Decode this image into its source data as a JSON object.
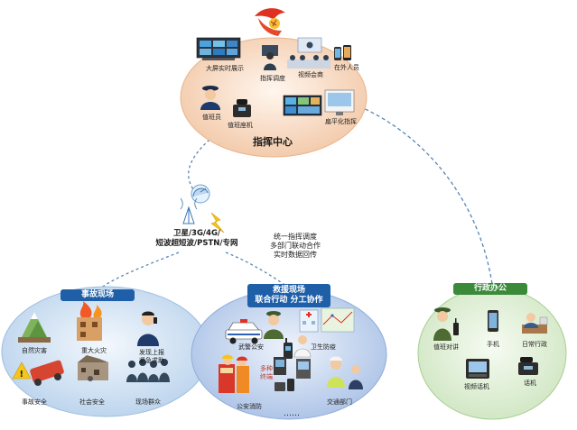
{
  "command_center": {
    "title": "指挥中心",
    "items": {
      "big_screen": "大屏实时展示",
      "dispatch": "指挥调度",
      "video_meeting": "视频会商",
      "field_staff": "在外人员",
      "duty_officer": "值班员",
      "duty_phone": "值班座机",
      "flat_command": "扁平化指挥"
    }
  },
  "network": {
    "line1": "卫星/3G/4G/",
    "line2": "短波超短波/PSTN/专网"
  },
  "coordination": {
    "line1": "统一指挥调度",
    "line2": "多部门联动合作",
    "line3": "实时数据回传"
  },
  "accident": {
    "title": "事故现场",
    "items": {
      "natural_disaster": "自然灾害",
      "major_fire": "重大火灾",
      "report": "发现上报",
      "report2": "紧急求助",
      "accident_safety": "事故安全",
      "social_safety": "社会安全",
      "onsite_crowd": "现场群众"
    }
  },
  "rescue": {
    "title1": "救援现场",
    "title2": "联合行动 分工协作",
    "items": {
      "armed_police": "武警公安",
      "health": "卫生防疫",
      "multi_terminal1": "多种",
      "multi_terminal2": "终端",
      "fire": "公安消防",
      "traffic": "交通部门",
      "ellipsis": "……"
    }
  },
  "admin": {
    "title": "行政办公",
    "items": {
      "duty_walkie": "值班对讲",
      "mobile": "手机",
      "daily_admin": "日常行政",
      "video_phone": "视频话机",
      "phone": "话机"
    }
  },
  "colors": {
    "title_blue": "#1e5fa8",
    "title_green": "#3a8a3a",
    "cc_fill": "#f7dcc6",
    "acc_fill": "#cfe0f2",
    "res_fill": "#c9d8ee",
    "adm_fill": "#dff0d6",
    "dash": "#5a86b5"
  }
}
